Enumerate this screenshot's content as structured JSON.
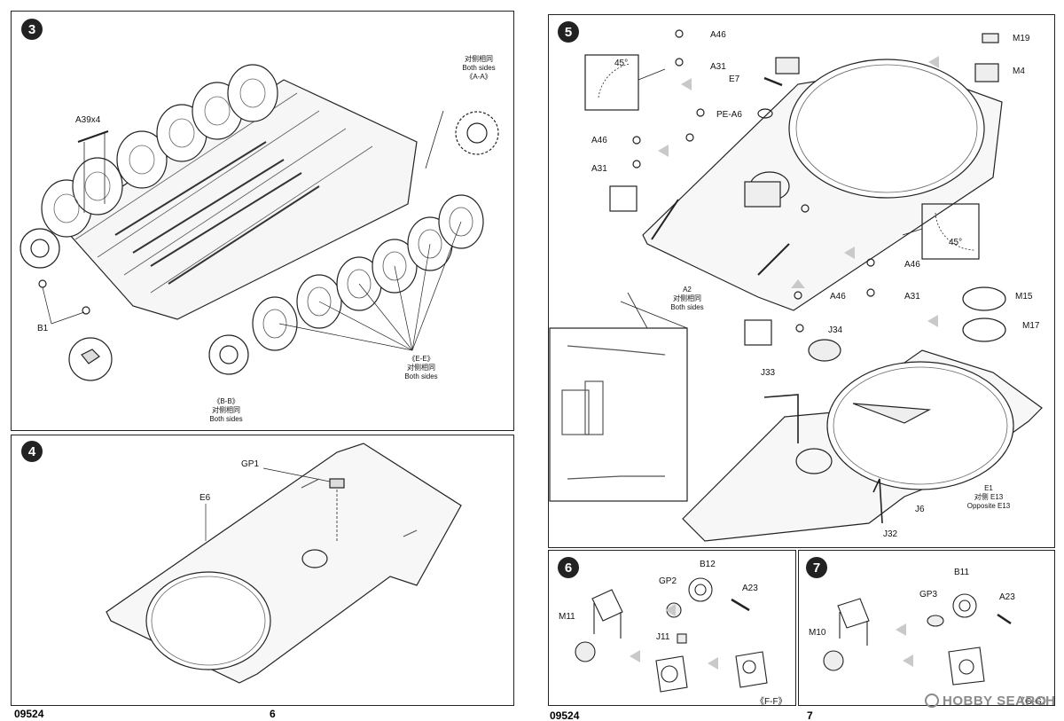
{
  "left_page": {
    "footer_code": "09524",
    "page_number": "6",
    "step3": {
      "number": "3",
      "labels": {
        "a39": "A39x4",
        "b1": "B1",
        "aa_cn": "对侧相同",
        "aa_en": "Both sides",
        "aa_code": "《A-A》",
        "bb_code": "《B-B》",
        "bb_cn": "对侧相同",
        "bb_en": "Both sides",
        "ee_code": "《E-E》",
        "ee_cn": "对侧相同",
        "ee_en": "Both sides"
      }
    },
    "step4": {
      "number": "4",
      "labels": {
        "gp1": "GP1",
        "e6": "E6"
      }
    }
  },
  "right_page": {
    "footer_code": "09524",
    "page_number": "7",
    "watermark": "HOBBY SEARCH",
    "step5": {
      "number": "5",
      "angle_top": "45°",
      "angle_right": "45°",
      "labels": {
        "a46_top": "A46",
        "m19": "M19",
        "a31_top": "A31",
        "m4": "M4",
        "e7": "E7",
        "pe_a6": "PE-A6",
        "a46_left": "A46",
        "a31_left": "A31",
        "a46_mid": "A46",
        "a31_mid": "A31",
        "a46_low": "A46",
        "m15": "M15",
        "m17": "M17",
        "j34": "J34",
        "a2": "A2",
        "a2_cn": "对侧相同",
        "a2_en": "Both sides",
        "j33": "J33",
        "e1": "E1",
        "e1_cn": "对侧 E13",
        "e1_en": "Opposite E13",
        "j6": "J6",
        "j32": "J32"
      }
    },
    "step6": {
      "number": "6",
      "labels": {
        "b12": "B12",
        "gp2": "GP2",
        "a23": "A23",
        "m11": "M11",
        "j11": "J11",
        "ff": "《F-F》"
      }
    },
    "step7": {
      "number": "7",
      "labels": {
        "b11": "B11",
        "gp3": "GP3",
        "a23": "A23",
        "m10": "M10",
        "gg": "《G-G》"
      }
    }
  }
}
